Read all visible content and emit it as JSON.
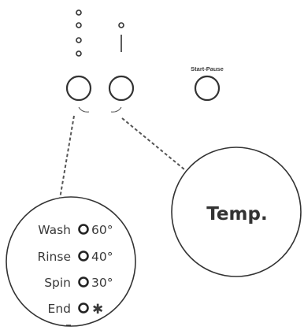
{
  "panel": {
    "start_pause_label": "Start-Pause",
    "temp_callout_label": "Temp.",
    "program_indicators": 4,
    "temp_indicators": 1
  },
  "program_callout": {
    "rows": [
      {
        "label": "Wash",
        "value": "60°",
        "icon": "ring-indicator"
      },
      {
        "label": "Rinse",
        "value": "40°",
        "icon": "ring-indicator"
      },
      {
        "label": "Spin",
        "value": "30°",
        "icon": "ring-indicator"
      },
      {
        "label": "End",
        "value": "✱",
        "icon": "ring-indicator"
      }
    ]
  },
  "colors": {
    "stroke": "#333333",
    "text": "#3a3a3a",
    "background": "#ffffff"
  }
}
